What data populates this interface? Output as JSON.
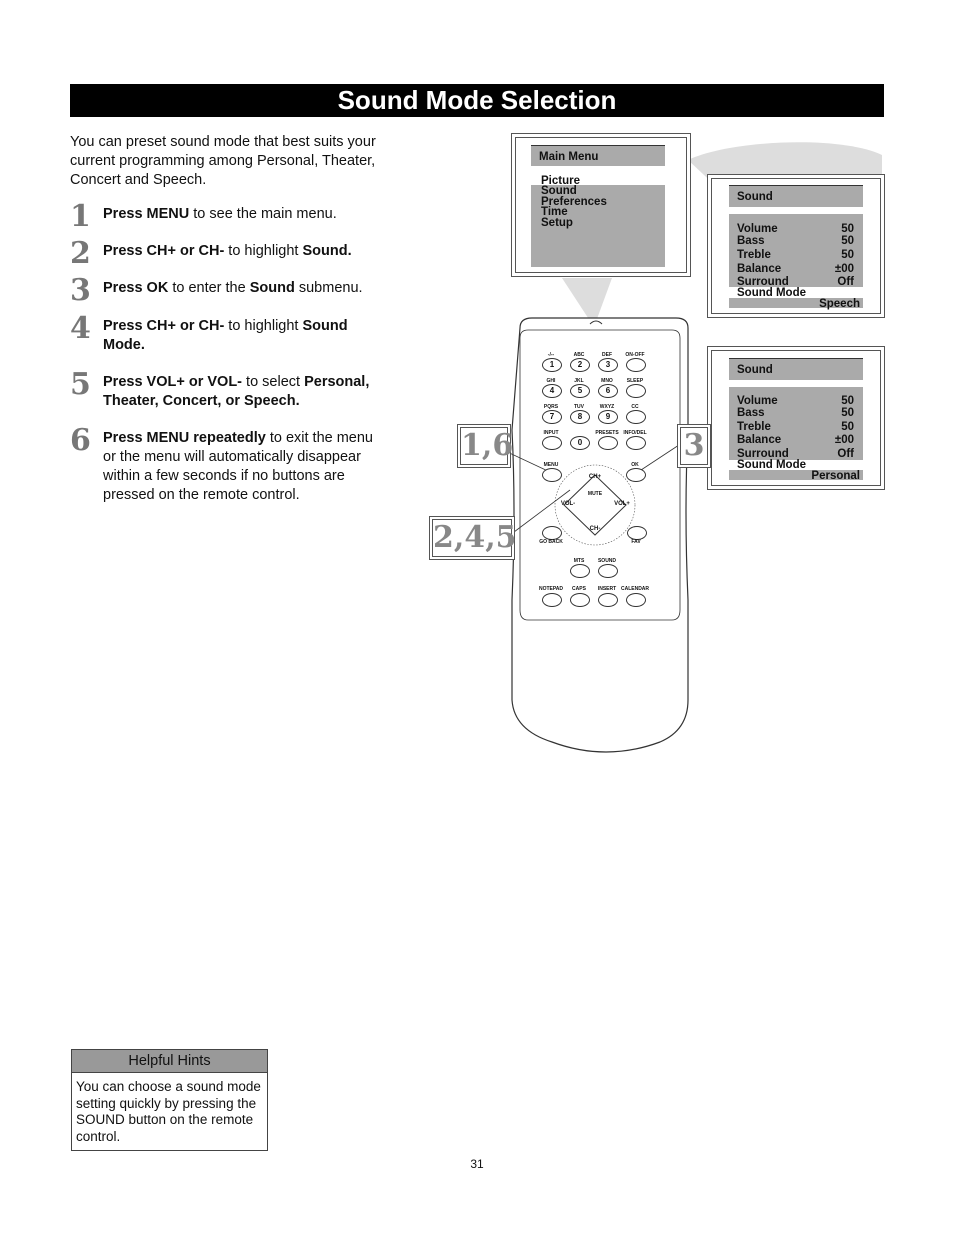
{
  "page": {
    "title": "Sound Mode Selection",
    "intro": "You can preset sound mode that best suits your current programming among Personal, Theater, Concert and Speech.",
    "page_number": "31"
  },
  "steps": [
    {
      "num": "1",
      "bold1": "Press MENU",
      "rest1": " to see the main menu.",
      "bold2": "",
      "rest2": ""
    },
    {
      "num": "2",
      "bold1": "Press CH+ or CH-",
      "rest1": " to highlight ",
      "bold2": "Sound.",
      "rest2": ""
    },
    {
      "num": "3",
      "bold1": "Press OK",
      "rest1": " to enter the  ",
      "bold2": "Sound",
      "rest2": " submenu."
    },
    {
      "num": "4",
      "bold1": "Press CH+ or CH-",
      "rest1": " to highlight ",
      "bold2": "Sound Mode.",
      "rest2": ""
    },
    {
      "num": "5",
      "bold1": "Press VOL+ or VOL-",
      "rest1": " to select ",
      "bold2": "Personal, Theater, Concert, or Speech.",
      "rest2": ""
    },
    {
      "num": "6",
      "bold1": "Press MENU repeatedly",
      "rest1": " to exit the menu or the menu will automatically disappear within a few seconds if no buttons are pressed on the remote control.",
      "bold2": "",
      "rest2": ""
    }
  ],
  "hints": {
    "header": "Helpful Hints",
    "body": "You can choose a sound mode setting quickly by pressing the SOUND button on the remote control."
  },
  "main_menu": {
    "header": "Main Menu",
    "items": [
      "Picture",
      "Sound",
      "Preferences",
      "Time",
      "Setup"
    ]
  },
  "sound_menu_1": {
    "header": "Sound",
    "rows": [
      {
        "label": "Volume",
        "value": "50"
      },
      {
        "label": "Bass",
        "value": "50"
      },
      {
        "label": "Treble",
        "value": "50"
      },
      {
        "label": "Balance",
        "value": "±00"
      },
      {
        "label": "Surround",
        "value": "Off"
      }
    ],
    "mode_label": "Sound Mode",
    "mode_value": "Speech"
  },
  "sound_menu_2": {
    "header": "Sound",
    "rows": [
      {
        "label": "Volume",
        "value": "50"
      },
      {
        "label": "Bass",
        "value": "50"
      },
      {
        "label": "Treble",
        "value": "50"
      },
      {
        "label": "Balance",
        "value": "±00"
      },
      {
        "label": "Surround",
        "value": "Off"
      }
    ],
    "mode_label": "Sound Mode",
    "mode_value": "Personal"
  },
  "callouts": {
    "menu": "1,6",
    "ok": "3",
    "nav": "2,4,5"
  },
  "remote": {
    "row1": [
      {
        "top": "-/--",
        "key": "1"
      },
      {
        "top": "ABC",
        "key": "2"
      },
      {
        "top": "DEF",
        "key": "3"
      },
      {
        "top": "ON-OFF",
        "key": ""
      }
    ],
    "row2": [
      {
        "top": "GHI",
        "key": "4"
      },
      {
        "top": "JKL",
        "key": "5"
      },
      {
        "top": "MNO",
        "key": "6"
      },
      {
        "top": "SLEEP",
        "key": ""
      }
    ],
    "row3": [
      {
        "top": "PQRS",
        "key": "7"
      },
      {
        "top": "TUV",
        "key": "8"
      },
      {
        "top": "WXYZ",
        "key": "9"
      },
      {
        "top": "CC",
        "key": ""
      }
    ],
    "row4": [
      {
        "top": "INPUT",
        "key": ""
      },
      {
        "top": "",
        "key": "0"
      },
      {
        "top": "PRESETS",
        "key": ""
      },
      {
        "top": "INFO/DEL",
        "key": ""
      }
    ],
    "menu": "MENU",
    "ok": "OK",
    "ch_up": "CH+",
    "ch_down": "CH-",
    "vol_down": "VOL-",
    "vol_up": "VOL+",
    "mute": "MUTE",
    "go_back": "GO BACK",
    "fav": "FAV",
    "mts": "MTS",
    "sound": "SOUND",
    "bottom": [
      "NOTEPAD",
      "CAPS",
      "INSERT",
      "CALENDAR"
    ]
  }
}
